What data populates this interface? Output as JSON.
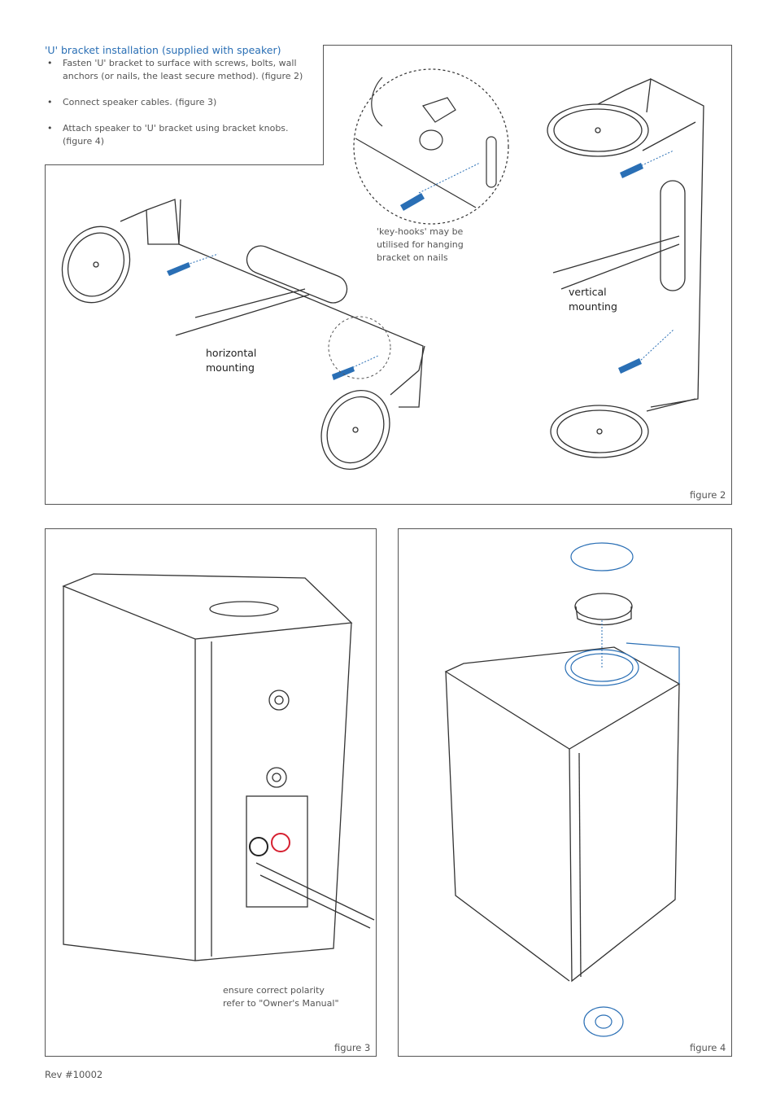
{
  "instructions": {
    "title": "'U' bracket installation (supplied with speaker)",
    "steps": [
      "Fasten 'U' bracket to surface with screws, bolts, wall anchors (or nails, the least secure method). (figure 2)",
      "Connect speaker cables. (figure 3)",
      "Attach speaker to 'U' bracket using bracket knobs. (figure 4)"
    ]
  },
  "figure2": {
    "label": "figure 2",
    "keyhook_note": "'key-hooks' may be\nutilised for hanging\nbracket on nails",
    "horizontal_label": "horizontal\nmounting",
    "vertical_label": "vertical\nmounting"
  },
  "figure3": {
    "label": "figure 3",
    "polarity_note": "ensure correct polarity\nrefer to \"Owner's Manual\""
  },
  "figure4": {
    "label": "figure 4"
  },
  "footer": {
    "revision": "Rev #10002"
  },
  "colors": {
    "accent": "#2a6fb5",
    "positive_terminal": "#d62030",
    "line": "#333333"
  }
}
